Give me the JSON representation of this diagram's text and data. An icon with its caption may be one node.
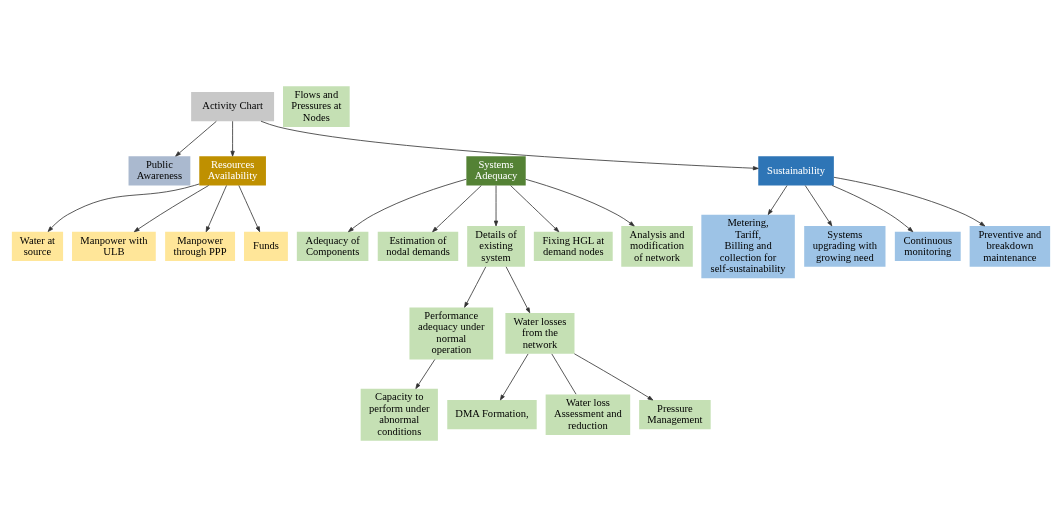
{
  "diagram": {
    "nodes": [
      {
        "text": [
          "Activity Chart"
        ]
      },
      {
        "text": [
          "Public Awareness"
        ]
      },
      {
        "text": [
          "Resources Availability"
        ]
      },
      {
        "text": [
          "Systems Adequacy"
        ]
      },
      {
        "text": [
          "Sustainability"
        ]
      },
      {
        "text": [
          "Water at source"
        ]
      },
      {
        "text": [
          "Manpower with ULB"
        ]
      },
      {
        "text": [
          "Manpower through PPP"
        ]
      },
      {
        "text": [
          "Funds"
        ]
      },
      {
        "text": [
          "Adequacy of Components"
        ]
      },
      {
        "text": [
          "Estimation of nodal demands"
        ]
      },
      {
        "text": [
          "Details of existing system"
        ]
      },
      {
        "text": [
          "Fixing HGL at demand nodes"
        ]
      },
      {
        "text": [
          "Analysis and modification of network"
        ]
      },
      {
        "text": [
          "Performance adequacy under normal operation"
        ]
      },
      {
        "text": [
          "Capacity to perform under abnormal conditions"
        ]
      },
      {
        "text": [
          "Flows and Pressures at Nodes"
        ]
      },
      {
        "text": [
          "Water losses from the network"
        ]
      },
      {
        "text": [
          "DMA Formation,"
        ]
      },
      {
        "text": [
          "Water loss Assessment and reduction"
        ]
      },
      {
        "text": [
          "Pressure Management"
        ]
      },
      {
        "text": [
          "Metering, Tariff, Billing and collection for self-sustainability"
        ]
      },
      {
        "text": [
          "Systems upgrading with growing need"
        ]
      },
      {
        "text": [
          "Continuous monitoring"
        ]
      },
      {
        "text": [
          "Preventive and breakdown maintenance"
        ]
      }
    ],
    "edges": [
      {
        "from": 0,
        "to": 1,
        "arrow": "to"
      },
      {
        "from": 0,
        "to": 2,
        "arrow": "to"
      },
      {
        "from": 0,
        "to": 4,
        "arrow": "to"
      },
      {
        "from": 2,
        "to": 5,
        "arrow": "to"
      },
      {
        "from": 2,
        "to": 6,
        "arrow": "to"
      },
      {
        "from": 2,
        "to": 7,
        "arrow": "to"
      },
      {
        "from": 2,
        "to": 8,
        "arrow": "to"
      },
      {
        "from": 3,
        "to": 9,
        "arrow": "to"
      },
      {
        "from": 3,
        "to": 10,
        "arrow": "to"
      },
      {
        "from": 3,
        "to": 11,
        "arrow": "to"
      },
      {
        "from": 3,
        "to": 12,
        "arrow": "to"
      },
      {
        "from": 3,
        "to": 13,
        "arrow": "to"
      },
      {
        "from": 11,
        "to": 14,
        "arrow": "to"
      },
      {
        "from": 11,
        "to": 17,
        "arrow": "to"
      },
      {
        "from": 14,
        "to": 15,
        "arrow": "to"
      },
      {
        "from": 17,
        "to": 18,
        "arrow": "to"
      },
      {
        "from": 17,
        "to": 19,
        "arrow": "none"
      },
      {
        "from": 17,
        "to": 20,
        "arrow": "to"
      },
      {
        "from": 4,
        "to": 21,
        "arrow": "to"
      },
      {
        "from": 4,
        "to": 22,
        "arrow": "to"
      },
      {
        "from": 4,
        "to": 23,
        "arrow": "to"
      },
      {
        "from": 4,
        "to": 24,
        "arrow": "to"
      }
    ]
  }
}
